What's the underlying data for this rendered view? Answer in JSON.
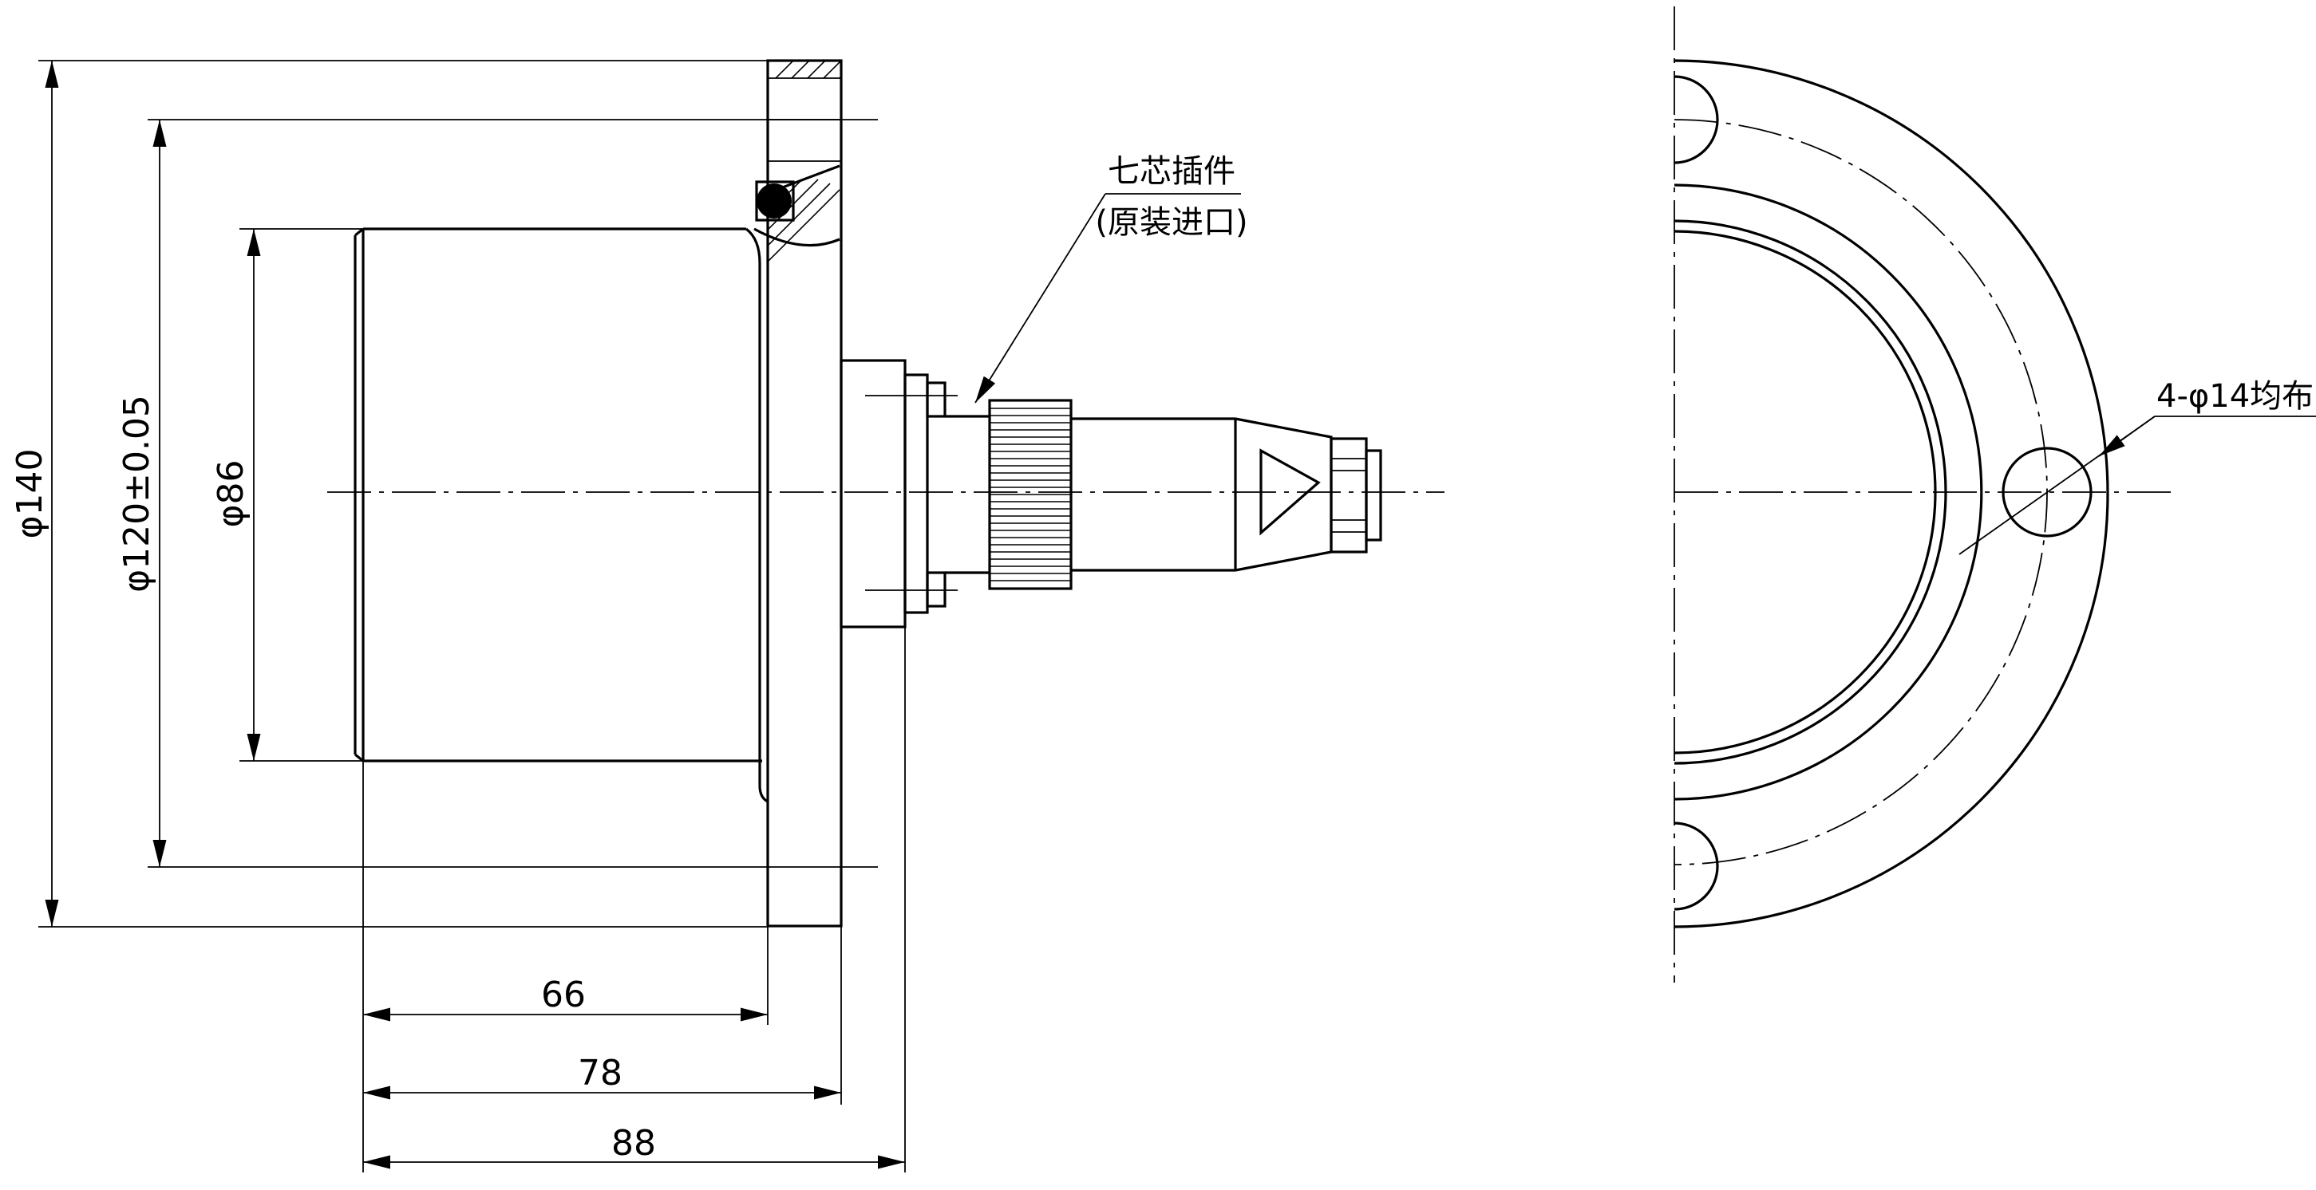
{
  "dimensions": {
    "d140": "φ140",
    "d120": "φ120±0.05",
    "d86": "φ86",
    "len66": "66",
    "len78": "78",
    "len88": "88"
  },
  "notes": {
    "connector_line1": "七芯插件",
    "connector_line2": "(原装进口)",
    "holes": "4-φ14均布"
  }
}
